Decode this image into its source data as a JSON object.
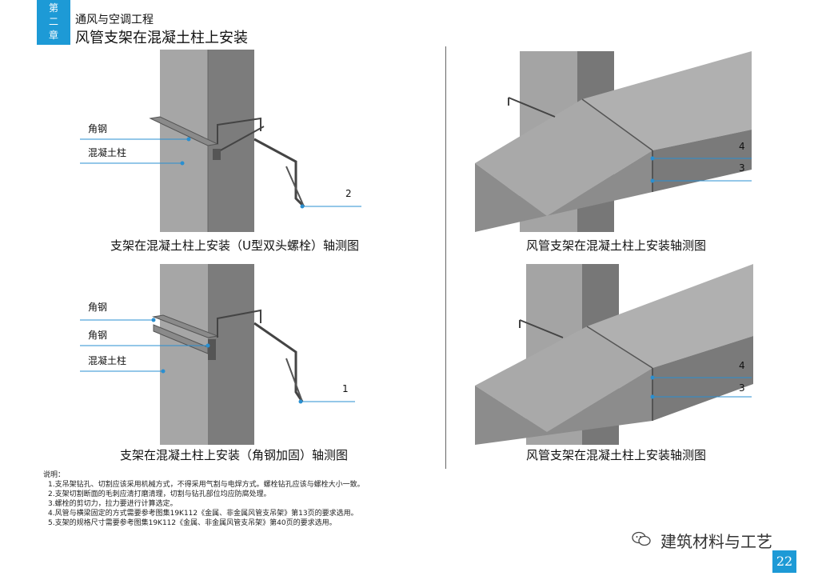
{
  "header": {
    "chapter_tab": [
      "第",
      "二",
      "章"
    ],
    "section": "通风与空调工程",
    "title": "风管支架在混凝土柱上安装"
  },
  "panels": {
    "top_left": {
      "labels": [
        "角钢",
        "混凝土柱"
      ],
      "callout": "2",
      "caption": "支架在混凝土柱上安装（U型双头螺栓）轴测图"
    },
    "top_right": {
      "callouts": [
        "4",
        "3"
      ],
      "caption": "风管支架在混凝土柱上安装轴测图"
    },
    "bottom_left": {
      "labels": [
        "角钢",
        "角钢",
        "混凝土柱"
      ],
      "callout": "1",
      "caption": "支架在混凝土柱上安装（角钢加固）轴测图"
    },
    "bottom_right": {
      "callouts": [
        "4",
        "3"
      ],
      "caption": "风管支架在混凝土柱上安装轴测图"
    }
  },
  "notes": {
    "heading": "说明：",
    "items": [
      "1.支吊架钻孔、切割应该采用机械方式，不得采用气割与电焊方式。螺栓钻孔应该与螺栓大小一致。",
      "2.支架切割断面的毛刺应清打磨清理，切割与钻孔部位均应防腐处理。",
      "3.螺栓的剪切力，拉力要进行计算选定。",
      "4.风管与横梁固定的方式需要参考图集19K112《金属、非金属风管支吊架》第13页的要求选用。",
      "5.支架的规格尺寸需要参考图集19K112《金属、非金属风管支吊架》第40页的要求选用。"
    ]
  },
  "watermark": "建筑材料与工艺",
  "page_number": "22",
  "colors": {
    "accent": "#1d9ad6",
    "leader": "#2a8fd0"
  }
}
